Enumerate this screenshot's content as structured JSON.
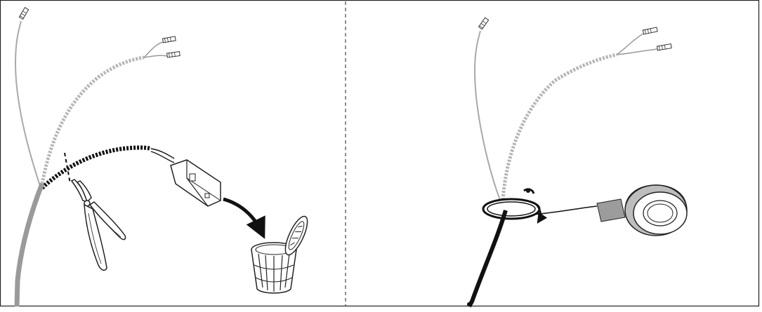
{
  "figure": {
    "panels": [
      {
        "id": "left",
        "steps": [
          "cut-wire-with-pliers",
          "discard-connector-in-trash"
        ],
        "objects": [
          "wire-harness",
          "side-cutter-pliers",
          "connector-plug",
          "trash-can"
        ]
      },
      {
        "id": "right",
        "steps": [
          "wrap-cut-end-with-tape"
        ],
        "objects": [
          "wire-harness",
          "tape-roll"
        ]
      }
    ],
    "divider": "dashed",
    "colors": {
      "line": "#2a2a2a",
      "wire_gray": "#a9a9a9",
      "cut_wire": "#111111",
      "trunk_gray": "#9a9a9a",
      "background": "#ffffff"
    },
    "icons": [
      "pliers-icon",
      "trash-can-icon",
      "tape-roll-icon",
      "arrow-icon",
      "connector-icon"
    ]
  }
}
